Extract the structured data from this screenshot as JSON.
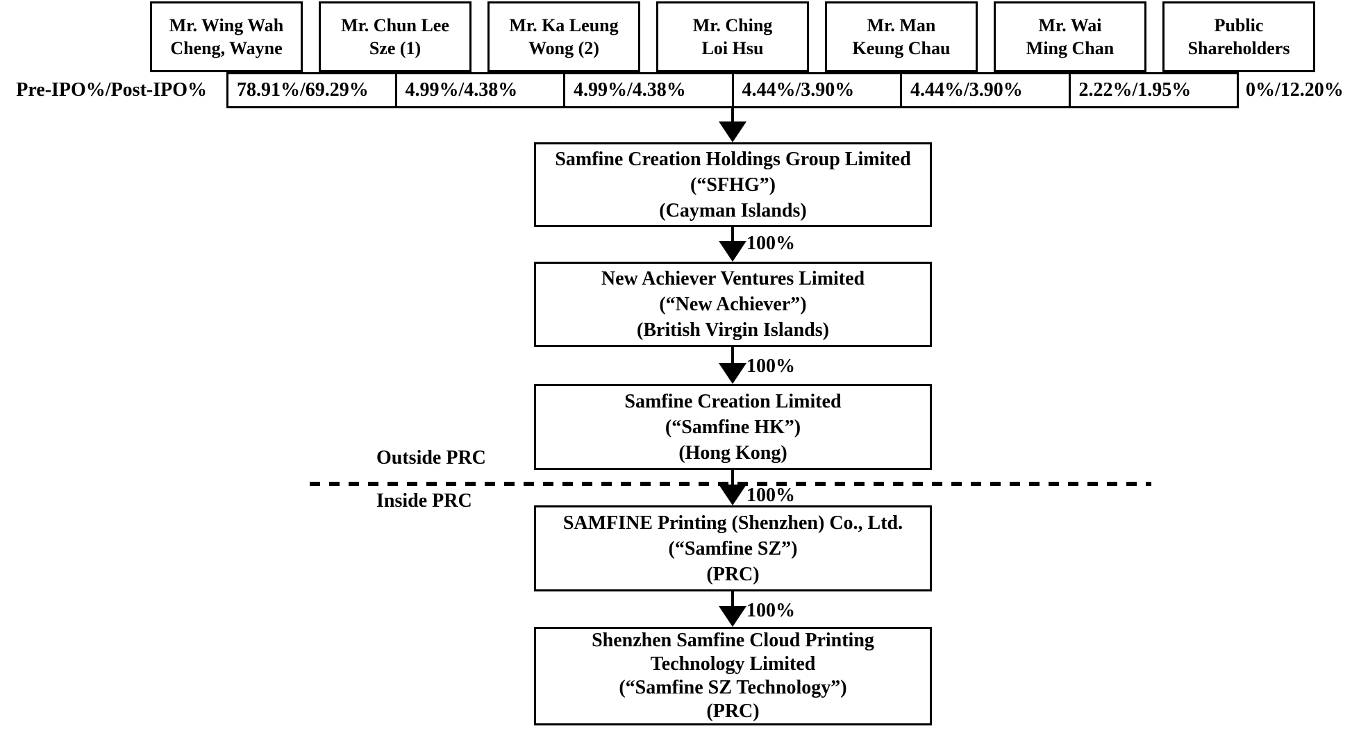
{
  "diagram": {
    "title_row_label": "Pre-IPO%/Post-IPO%",
    "shareholders": [
      {
        "name_line1": "Mr. Wing Wah",
        "name_line2": "Cheng, Wayne",
        "pct": "78.91%/69.29%"
      },
      {
        "name_line1": "Mr. Chun Lee",
        "name_line2": "Sze (1)",
        "pct": "4.99%/4.38%"
      },
      {
        "name_line1": "Mr. Ka Leung",
        "name_line2": "Wong (2)",
        "pct": "4.99%/4.38%"
      },
      {
        "name_line1": "Mr. Ching",
        "name_line2": "Loi Hsu",
        "pct": "4.44%/3.90%"
      },
      {
        "name_line1": "Mr. Man",
        "name_line2": "Keung Chau",
        "pct": "4.44%/3.90%"
      },
      {
        "name_line1": "Mr. Wai",
        "name_line2": "Ming Chan",
        "pct": "2.22%/1.95%"
      },
      {
        "name_line1": "Public",
        "name_line2": "Shareholders",
        "pct": "0%/12.20%"
      }
    ],
    "companies": [
      {
        "line1": "Samfine Creation Holdings Group Limited",
        "line2": "(“SFHG”)",
        "line3": "(Cayman Islands)"
      },
      {
        "line1": "New Achiever Ventures Limited",
        "line2": "(“New Achiever”)",
        "line3": "(British Virgin Islands)",
        "ownership": "100%"
      },
      {
        "line1": "Samfine Creation Limited",
        "line2": "(“Samfine HK”)",
        "line3": "(Hong Kong)",
        "ownership": "100%"
      },
      {
        "line1": "SAMFINE Printing (Shenzhen) Co., Ltd.",
        "line2": "(“Samfine SZ”)",
        "line3": "(PRC)",
        "ownership": "100%"
      },
      {
        "line1": "Shenzhen Samfine Cloud Printing",
        "line2": "Technology Limited",
        "line3": "(“Samfine SZ Technology”)",
        "line4": "(PRC)",
        "ownership": "100%"
      }
    ],
    "region_labels": {
      "outside": "Outside PRC",
      "inside": "Inside PRC"
    },
    "colors": {
      "line": "#000000",
      "text": "#000000",
      "background": "#ffffff"
    }
  }
}
